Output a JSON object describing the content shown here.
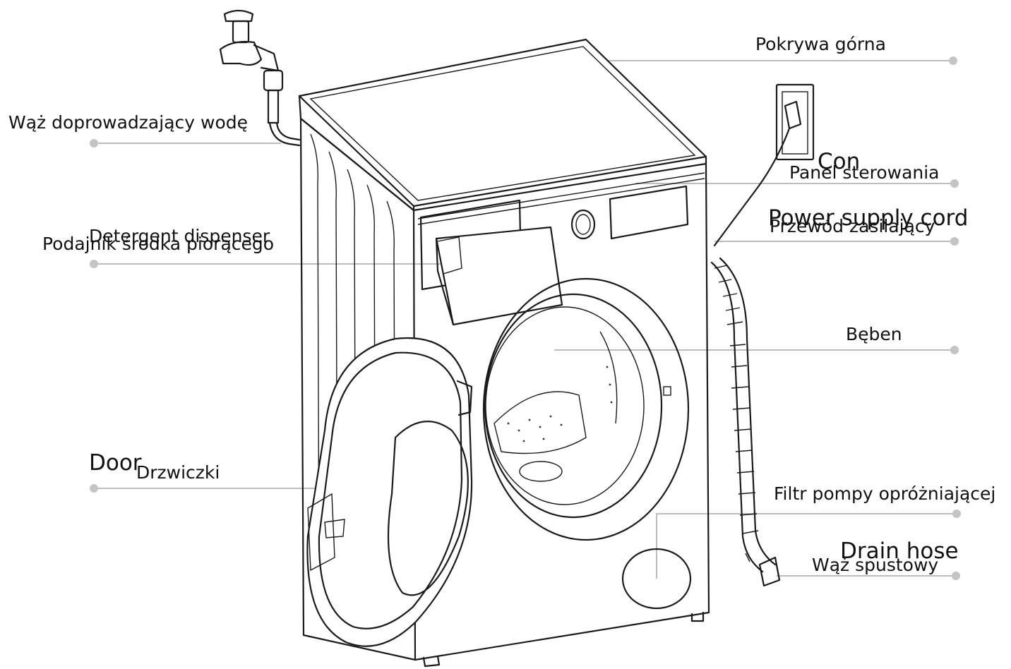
{
  "labels": {
    "top_cover": "Pokrywa górna",
    "water_inlet_hose": "Wąż doprowadzający wodę",
    "control_panel_partial_en": "Con",
    "control_panel": "Panel sterowania",
    "power_cord_en": "Power supply cord",
    "power_cord": "Przewód zasilający",
    "detergent_dispenser_en": "Detergent dispenser",
    "detergent_dispenser": "Podajnik środka piorącego",
    "drum": "Bęben",
    "door_en": "Door",
    "door": "Drzwiczki",
    "drain_pump_filter": "Filtr pompy opróżniającej",
    "drain_hose_en": "Drain hose",
    "drain_hose": "Wąż spustowy"
  }
}
